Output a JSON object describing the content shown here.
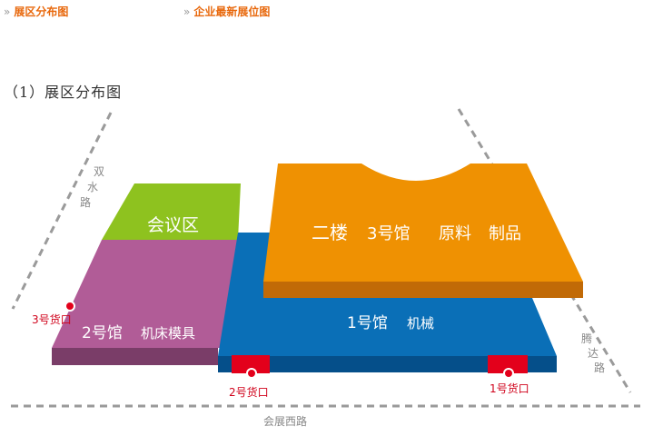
{
  "nav": {
    "links": [
      {
        "label": "展区分布图"
      },
      {
        "label": "企业最新展位图"
      }
    ],
    "chevron": "»"
  },
  "section_heading": "（1）展区分布图",
  "map": {
    "halls": {
      "hall_1": {
        "name": "1号馆",
        "category": "机械",
        "color": "#0a6fb7"
      },
      "hall_2": {
        "name": "2号馆",
        "category": "机床模具",
        "color": "#b15c97"
      },
      "hall_3": {
        "floor": "二楼",
        "name": "3号馆",
        "category": "原料",
        "category2": "制品",
        "color": "#ef9102"
      },
      "conference": {
        "name": "会议区",
        "color": "#8ec21f"
      }
    },
    "gates": {
      "gate_1": "1号货口",
      "gate_2": "2号货口",
      "gate_3": "3号货口"
    },
    "roads": {
      "left": [
        "双",
        "水",
        "路"
      ],
      "right": [
        "腾",
        "达",
        "路"
      ],
      "bottom": "会展西路"
    },
    "colors": {
      "gate": "#e3001b",
      "road": "#9a9a9a",
      "gate_text": "#d0021b"
    }
  }
}
